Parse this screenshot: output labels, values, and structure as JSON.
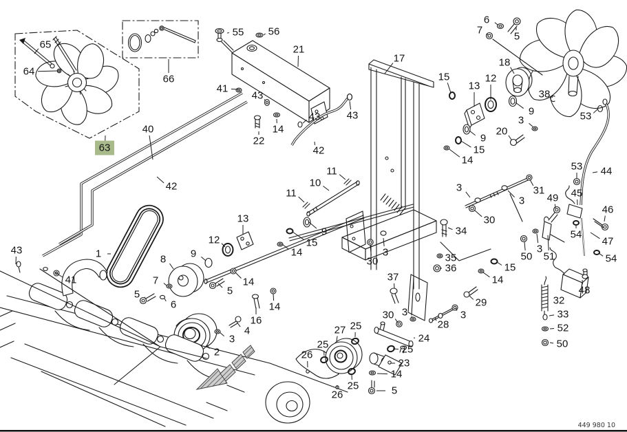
{
  "doc_number": "449 980 10",
  "highlight_color": "#a9ba8b",
  "line_color": "#1a1a1a",
  "callouts": [
    [
      "65",
      66,
      65,
      50,
      78
    ],
    [
      "64",
      42,
      104,
      84,
      103
    ],
    [
      "63",
      152,
      215,
      153,
      197,
      1
    ],
    [
      "66",
      245,
      115,
      245,
      86
    ],
    [
      "40",
      215,
      188,
      222,
      232
    ],
    [
      "42",
      249,
      271,
      228,
      257
    ],
    [
      "43",
      24,
      364,
      23,
      384
    ],
    [
      "41",
      103,
      407,
      80,
      396
    ],
    [
      "1",
      143,
      369,
      161,
      369
    ],
    [
      "55",
      346,
      47,
      330,
      48
    ],
    [
      "56",
      398,
      46,
      383,
      51
    ],
    [
      "21",
      434,
      72,
      433,
      97
    ],
    [
      "41",
      323,
      129,
      347,
      130
    ],
    [
      "43",
      374,
      139,
      385,
      147
    ],
    [
      "14",
      404,
      188,
      402,
      173
    ],
    [
      "22",
      376,
      205,
      376,
      191
    ],
    [
      "43",
      457,
      170,
      440,
      179
    ],
    [
      "42",
      463,
      219,
      457,
      206
    ],
    [
      "43",
      512,
      168,
      508,
      147
    ],
    [
      "17",
      580,
      85,
      559,
      107
    ],
    [
      "6",
      707,
      29,
      723,
      36
    ],
    [
      "7",
      697,
      44,
      708,
      51
    ],
    [
      "5",
      751,
      53,
      750,
      40
    ],
    [
      "18",
      733,
      91,
      747,
      107
    ],
    [
      "15",
      645,
      112,
      655,
      135
    ],
    [
      "13",
      689,
      125,
      689,
      155
    ],
    [
      "12",
      713,
      114,
      713,
      145
    ],
    [
      "38",
      791,
      137,
      802,
      142
    ],
    [
      "9",
      772,
      162,
      749,
      149
    ],
    [
      "53",
      851,
      169,
      868,
      159
    ],
    [
      "3",
      757,
      175,
      774,
      184
    ],
    [
      "20",
      729,
      191,
      743,
      203
    ],
    [
      "9",
      702,
      201,
      682,
      190
    ],
    [
      "15",
      696,
      218,
      670,
      205
    ],
    [
      "14",
      679,
      233,
      653,
      217
    ],
    [
      "53",
      838,
      242,
      838,
      259
    ],
    [
      "44",
      881,
      249,
      861,
      251
    ],
    [
      "45",
      838,
      281,
      839,
      298
    ],
    [
      "46",
      883,
      305,
      878,
      322
    ],
    [
      "54",
      837,
      341,
      837,
      328
    ],
    [
      "47",
      883,
      351,
      858,
      338
    ],
    [
      "54",
      888,
      376,
      870,
      368
    ],
    [
      "49",
      803,
      288,
      807,
      303
    ],
    [
      "31",
      783,
      277,
      770,
      261
    ],
    [
      "3",
      667,
      273,
      683,
      287
    ],
    [
      "3",
      758,
      292,
      738,
      277
    ],
    [
      "30",
      711,
      320,
      690,
      306
    ],
    [
      "34",
      670,
      336,
      651,
      331
    ],
    [
      "50",
      765,
      373,
      762,
      352
    ],
    [
      "3",
      784,
      362,
      780,
      340
    ],
    [
      "51",
      798,
      373,
      796,
      342
    ],
    [
      "35",
      655,
      375,
      642,
      373
    ],
    [
      "36",
      655,
      390,
      639,
      390
    ],
    [
      "15",
      741,
      389,
      722,
      381
    ],
    [
      "14",
      723,
      407,
      702,
      396
    ],
    [
      "29",
      699,
      440,
      682,
      430
    ],
    [
      "48",
      849,
      422,
      846,
      407
    ],
    [
      "32",
      812,
      437,
      799,
      437
    ],
    [
      "33",
      818,
      457,
      798,
      459
    ],
    [
      "52",
      818,
      477,
      799,
      478
    ],
    [
      "50",
      817,
      500,
      799,
      498
    ],
    [
      "28",
      644,
      472,
      632,
      462
    ],
    [
      "3",
      673,
      458,
      663,
      448
    ],
    [
      "11",
      482,
      249,
      502,
      261
    ],
    [
      "10",
      458,
      266,
      478,
      277
    ],
    [
      "11",
      423,
      281,
      442,
      294
    ],
    [
      "9",
      471,
      337,
      449,
      323
    ],
    [
      "15",
      453,
      353,
      425,
      337
    ],
    [
      "14",
      431,
      367,
      410,
      355
    ],
    [
      "13",
      353,
      318,
      353,
      341
    ],
    [
      "12",
      311,
      349,
      327,
      359
    ],
    [
      "9",
      281,
      369,
      299,
      379
    ],
    [
      "8",
      237,
      377,
      252,
      391
    ],
    [
      "7",
      226,
      408,
      242,
      415
    ],
    [
      "5",
      199,
      428,
      210,
      433
    ],
    [
      "6",
      252,
      443,
      239,
      434
    ],
    [
      "14",
      361,
      410,
      342,
      396
    ],
    [
      "5",
      334,
      423,
      317,
      412
    ],
    [
      "14",
      399,
      446,
      397,
      427
    ],
    [
      "16",
      372,
      466,
      372,
      447
    ],
    [
      "4",
      359,
      481,
      344,
      468
    ],
    [
      "3",
      337,
      493,
      319,
      483
    ],
    [
      "2",
      315,
      512,
      301,
      502
    ],
    [
      "3",
      560,
      367,
      557,
      346
    ],
    [
      "30",
      541,
      380,
      538,
      357
    ],
    [
      "37",
      571,
      403,
      573,
      419
    ],
    [
      "30",
      564,
      458,
      578,
      469
    ],
    [
      "3",
      588,
      454,
      598,
      462
    ],
    [
      "27",
      494,
      480,
      489,
      496
    ],
    [
      "25",
      517,
      474,
      516,
      490
    ],
    [
      "26",
      446,
      516,
      447,
      534
    ],
    [
      "25",
      469,
      501,
      471,
      517
    ],
    [
      "24",
      616,
      492,
      601,
      491
    ],
    [
      "25",
      592,
      508,
      571,
      507
    ],
    [
      "23",
      587,
      528,
      568,
      528
    ],
    [
      "14",
      576,
      544,
      548,
      543
    ],
    [
      "5",
      573,
      568,
      547,
      568
    ],
    [
      "25",
      513,
      561,
      511,
      545
    ],
    [
      "26",
      490,
      574,
      490,
      560
    ]
  ]
}
